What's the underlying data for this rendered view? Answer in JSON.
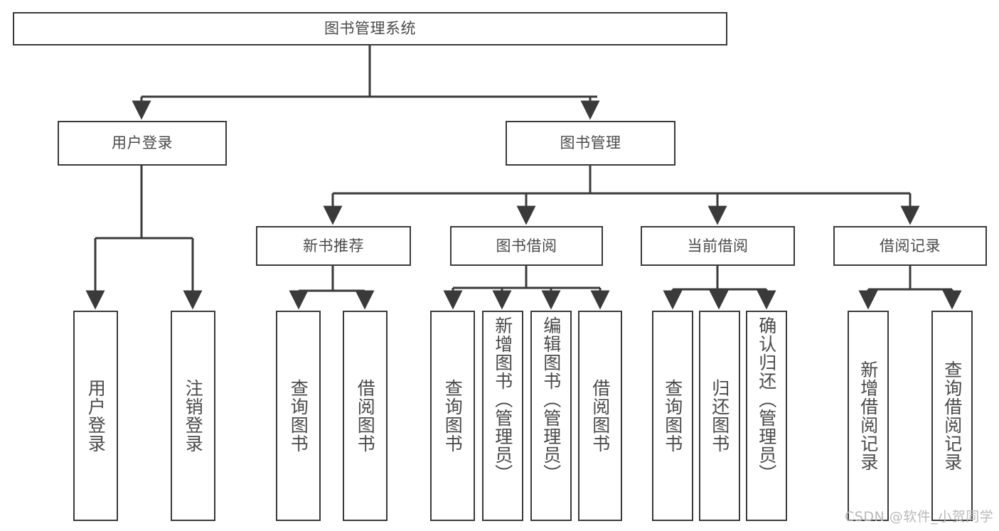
{
  "diagram": {
    "type": "tree",
    "title": "图书管理系统",
    "watermark": "CSDN @软件_小贺同学",
    "colors": {
      "background": "#ffffff",
      "box_border": "#3a3a3a",
      "box_fill": "#ffffff",
      "text": "#4a4a4a",
      "edge": "#3a3a3a",
      "watermark": "#b9b9b9"
    },
    "levels": {
      "root": "图书管理系统",
      "level1": [
        "用户登录",
        "图书管理"
      ],
      "level2": [
        "新书推荐",
        "图书借阅",
        "当前借阅",
        "借阅记录"
      ]
    },
    "nodes": {
      "root": {
        "label": "图书管理系统"
      },
      "user_login": {
        "label": "用户登录"
      },
      "book_manage": {
        "label": "图书管理"
      },
      "new_book_rec": {
        "label": "新书推荐"
      },
      "book_borrow": {
        "label": "图书借阅"
      },
      "current_borrow": {
        "label": "当前借阅"
      },
      "borrow_record": {
        "label": "借阅记录"
      },
      "leaf_user_login": {
        "label": "用户登录"
      },
      "leaf_logout": {
        "label": "注销登录"
      },
      "leaf_query_book_a": {
        "label": "查询图书"
      },
      "leaf_borrow_book_a": {
        "label": "借阅图书"
      },
      "leaf_query_book_b": {
        "label": "查询图书"
      },
      "leaf_add_book_admin": {
        "label": "新增图书（管理员）"
      },
      "leaf_edit_book_admin": {
        "label": "编辑图书（管理员）"
      },
      "leaf_borrow_book_b": {
        "label": "借阅图书"
      },
      "leaf_query_book_c": {
        "label": "查询图书"
      },
      "leaf_return_book": {
        "label": "归还图书"
      },
      "leaf_confirm_return_admin": {
        "label": "确认归还（管理员）"
      },
      "leaf_add_record": {
        "label": "新增借阅记录"
      },
      "leaf_query_record": {
        "label": "查询借阅记录"
      }
    },
    "edges": [
      {
        "from": "root",
        "to": "user_login"
      },
      {
        "from": "root",
        "to": "book_manage"
      },
      {
        "from": "user_login",
        "to": "leaf_user_login"
      },
      {
        "from": "user_login",
        "to": "leaf_logout"
      },
      {
        "from": "book_manage",
        "to": "new_book_rec"
      },
      {
        "from": "book_manage",
        "to": "book_borrow"
      },
      {
        "from": "book_manage",
        "to": "current_borrow"
      },
      {
        "from": "book_manage",
        "to": "borrow_record"
      },
      {
        "from": "new_book_rec",
        "to": "leaf_query_book_a"
      },
      {
        "from": "new_book_rec",
        "to": "leaf_borrow_book_a"
      },
      {
        "from": "book_borrow",
        "to": "leaf_query_book_b"
      },
      {
        "from": "book_borrow",
        "to": "leaf_add_book_admin"
      },
      {
        "from": "book_borrow",
        "to": "leaf_edit_book_admin"
      },
      {
        "from": "book_borrow",
        "to": "leaf_borrow_book_b"
      },
      {
        "from": "current_borrow",
        "to": "leaf_query_book_c"
      },
      {
        "from": "current_borrow",
        "to": "leaf_return_book"
      },
      {
        "from": "current_borrow",
        "to": "leaf_confirm_return_admin"
      },
      {
        "from": "borrow_record",
        "to": "leaf_add_record"
      },
      {
        "from": "borrow_record",
        "to": "leaf_query_record"
      }
    ]
  }
}
